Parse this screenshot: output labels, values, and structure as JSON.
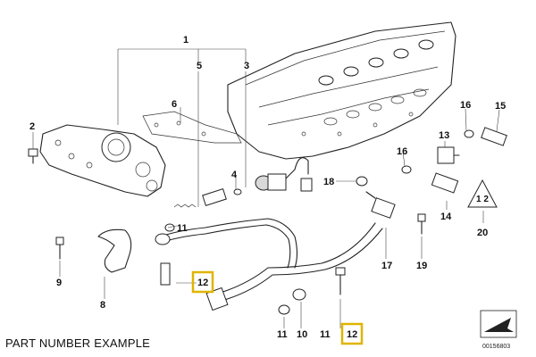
{
  "caption": "PART NUMBER EXAMPLE",
  "reference_code": "00156803",
  "highlight_color": "#e0b400",
  "callouts": [
    "1",
    "5",
    "3",
    "2",
    "6",
    "4",
    "15",
    "16",
    "13",
    "16",
    "18",
    "14",
    "20",
    "11",
    "9",
    "12",
    "17",
    "19",
    "8",
    "11",
    "10",
    "11",
    "12"
  ],
  "highlighted_callouts": [
    "12",
    "12"
  ],
  "warning_badge_text": "1 2"
}
